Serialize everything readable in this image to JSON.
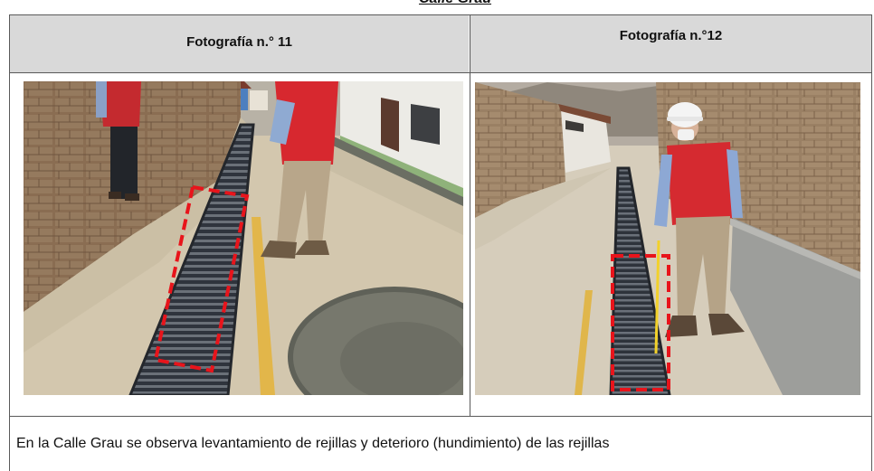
{
  "title": "Calle Grau",
  "table": {
    "headers": [
      "Fotografía n.° 11",
      "Fotografía n.°12"
    ],
    "caption": "En la Calle Grau se observa levantamiento de rejillas y deterioro (hundimiento) de las rejillas"
  },
  "colors": {
    "header_bg": "#d9d9d9",
    "border": "#5a5a5a",
    "highlight_dashed": "#e8141b"
  }
}
